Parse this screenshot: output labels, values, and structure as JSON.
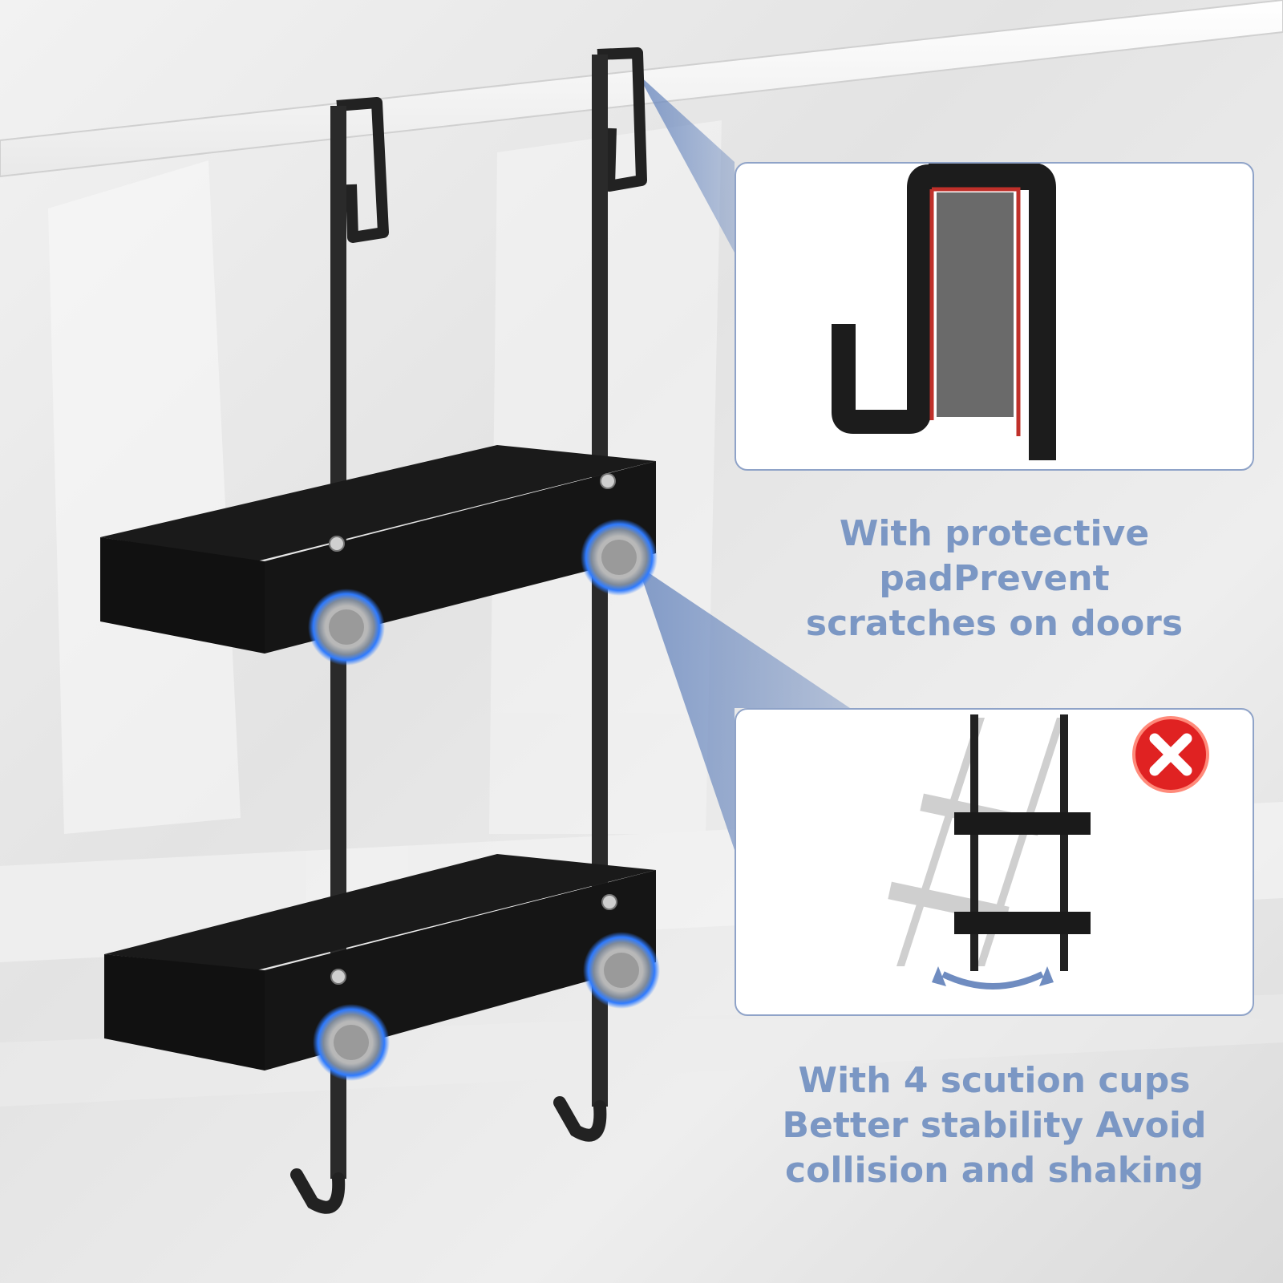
{
  "callouts": [
    {
      "lines": [
        "With protective padPrevent",
        "scratches on doors"
      ]
    },
    {
      "lines": [
        "With 4 scution cups",
        "Better stability Avoid",
        "collision and shaking"
      ]
    }
  ],
  "colors": {
    "caption_text": "#7b97c4",
    "callout_beam": "#6f8cc0",
    "metal": "#222222",
    "pad": "#c0302a",
    "suction_glow": "#2f7bff",
    "error_badge": "#e02222"
  },
  "icons": [
    "hook-icon",
    "suction-cup-icon",
    "error-x-icon",
    "rotate-arrow-icon"
  ]
}
